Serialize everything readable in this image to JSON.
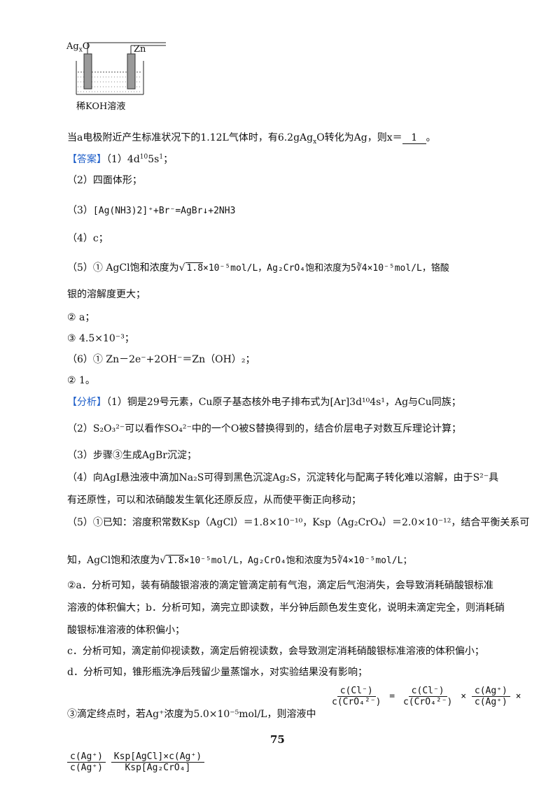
{
  "figure": {
    "electrode_left": "Ag",
    "electrode_left_sub": "x",
    "electrode_left_tail": "O",
    "electrode_right": "Zn",
    "solution_label": "稀KOH溶液"
  },
  "question_tail": {
    "pre": "当a电极附近产生标准状况下的1.12L气体时，有6.2gAg",
    "sub": "x",
    "mid": "O转化为Ag，则x＝",
    "blank": "1",
    "end": "。"
  },
  "answer": {
    "tag": "【答案】",
    "a1": "（1）4d",
    "a1_sup1": "10",
    "a1_mid": "5s",
    "a1_sup2": "1",
    "a1_end": "；",
    "a2": "（2）四面体形；",
    "a3_label": "（3）",
    "a3_eq": "[Ag(NH3)2]⁺+Br⁻=AgBr↓+2NH3",
    "a4": "（4）c；",
    "a5_p1": "（5）① AgCl饱和浓度为",
    "a5_r1": "1.8",
    "a5_p2": "×10⁻⁵mol/L，Ag₂CrO₄饱和浓度为",
    "a5_r2": "5∛4",
    "a5_p3": "×10⁻⁵mol/L，铬酸",
    "a5_line2": "银的溶解度更大；",
    "a5_2": "② a；",
    "a5_3": "③ 4.5×10⁻³；",
    "a6_1": "（6）① Zn－2e⁻+2OH⁻＝Zn（OH）₂；",
    "a6_2": "② 1。"
  },
  "analysis": {
    "tag": "【分析】",
    "p1": "（1）铜是29号元素，Cu原子基态核外电子排布式为[Ar]3d¹⁰4s¹，Ag与Cu同族；",
    "p2": "（2）S₂O₃²⁻可以看作SO₄²⁻中的一个O被S替换得到的，结合价层电子对数互斥理论计算；",
    "p3": "（3）步骤③生成AgBr沉淀；",
    "p4a": "（4）向AgI悬浊液中滴加Na₂S可得到黑色沉淀Ag₂S，沉淀转化与配离子转化难以溶解，由于S²⁻具",
    "p4b": "有还原性，可以和浓硝酸发生氧化还原反应，从而使平衡正向移动；",
    "p5a": "（5）①已知：溶度积常数Ksp（AgCl）＝1.8×10⁻¹⁰，Ksp（Ag₂CrO₄）＝2.0×10⁻¹²，结合平衡关系可",
    "p5b_1": "知，AgCl饱和浓度为",
    "p5b_r1": "1.8",
    "p5b_2": "×10⁻⁵mol/L，Ag₂CrO₄饱和浓度为",
    "p5b_r2": "5∛4",
    "p5b_3": "×10⁻⁵mol/L；",
    "p6a": "②a．分析可知，装有硝酸银溶液的滴定管滴定前有气泡，滴定后气泡消失，会导致消耗硝酸银标准",
    "p6b": "溶液的体积偏大；b．分析可知，滴完立即读数，半分钟后颜色发生变化，说明未滴定完全，则消耗硝",
    "p6c": "酸银标准溶液的体积偏小；",
    "p7": "c．分析可知，滴定前仰视读数，滴定后俯视读数，会导致测定消耗硝酸银标准溶液的体积偏小；",
    "p8": "d．分析可知，锥形瓶洗净后残留少量蒸馏水，对实验结果没有影响；",
    "p9": "③滴定终点时，若Ag⁺浓度为5.0×10⁻⁵mol/L，则溶液中",
    "f1_num": "c(Cl⁻)",
    "f1_den": "c(CrO₄²⁻)",
    "f2_num": "c(Cl⁻)",
    "f2_den": "c(CrO₄²⁻)",
    "f3_num": "c(Ag⁺)",
    "f3_den": "c(Ag⁺)",
    "f4_num": "c(Ag⁺)",
    "f4_den": "c(Ag⁺)",
    "f5_num": "Ksp[AgCl]×c(Ag⁺)",
    "f5_den": "Ksp[Ag₂CrO₄]",
    "eq": "=",
    "times": "×"
  },
  "page_number": "75"
}
